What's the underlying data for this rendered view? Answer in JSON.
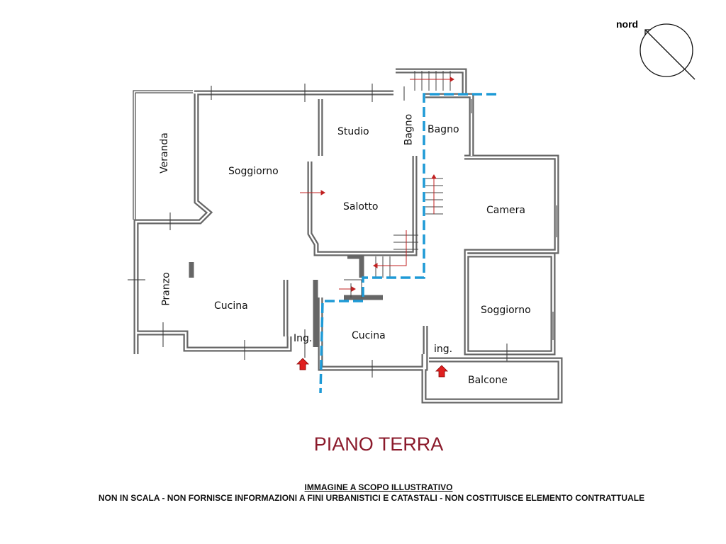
{
  "compass": {
    "label": "nord"
  },
  "rooms": {
    "veranda": "Veranda",
    "soggiorno_left": "Soggiorno",
    "studio": "Studio",
    "bagno_left": "Bagno",
    "bagno_right": "Bagno",
    "salotto": "Salotto",
    "camera": "Camera",
    "pranzo": "Pranzo",
    "cucina_left": "Cucina",
    "ingresso_left": "Ing.",
    "cucina_center": "Cucina",
    "ingresso_right": "ing.",
    "soggiorno_right": "Soggiorno",
    "balcone": "Balcone"
  },
  "colors": {
    "boundary": "#1e9ad6",
    "entrance_arrow": "#e02020",
    "title": "#8b1a2b",
    "wall": "#555555"
  },
  "title": "PIANO TERRA",
  "disclaimer": {
    "line1": "IMMAGINE A SCOPO ILLUSTRATIVO",
    "line2": "NON IN SCALA - NON FORNISCE INFORMAZIONI A FINI URBANISTICI E CATASTALI - NON COSTITUISCE ELEMENTO CONTRATTUALE"
  }
}
